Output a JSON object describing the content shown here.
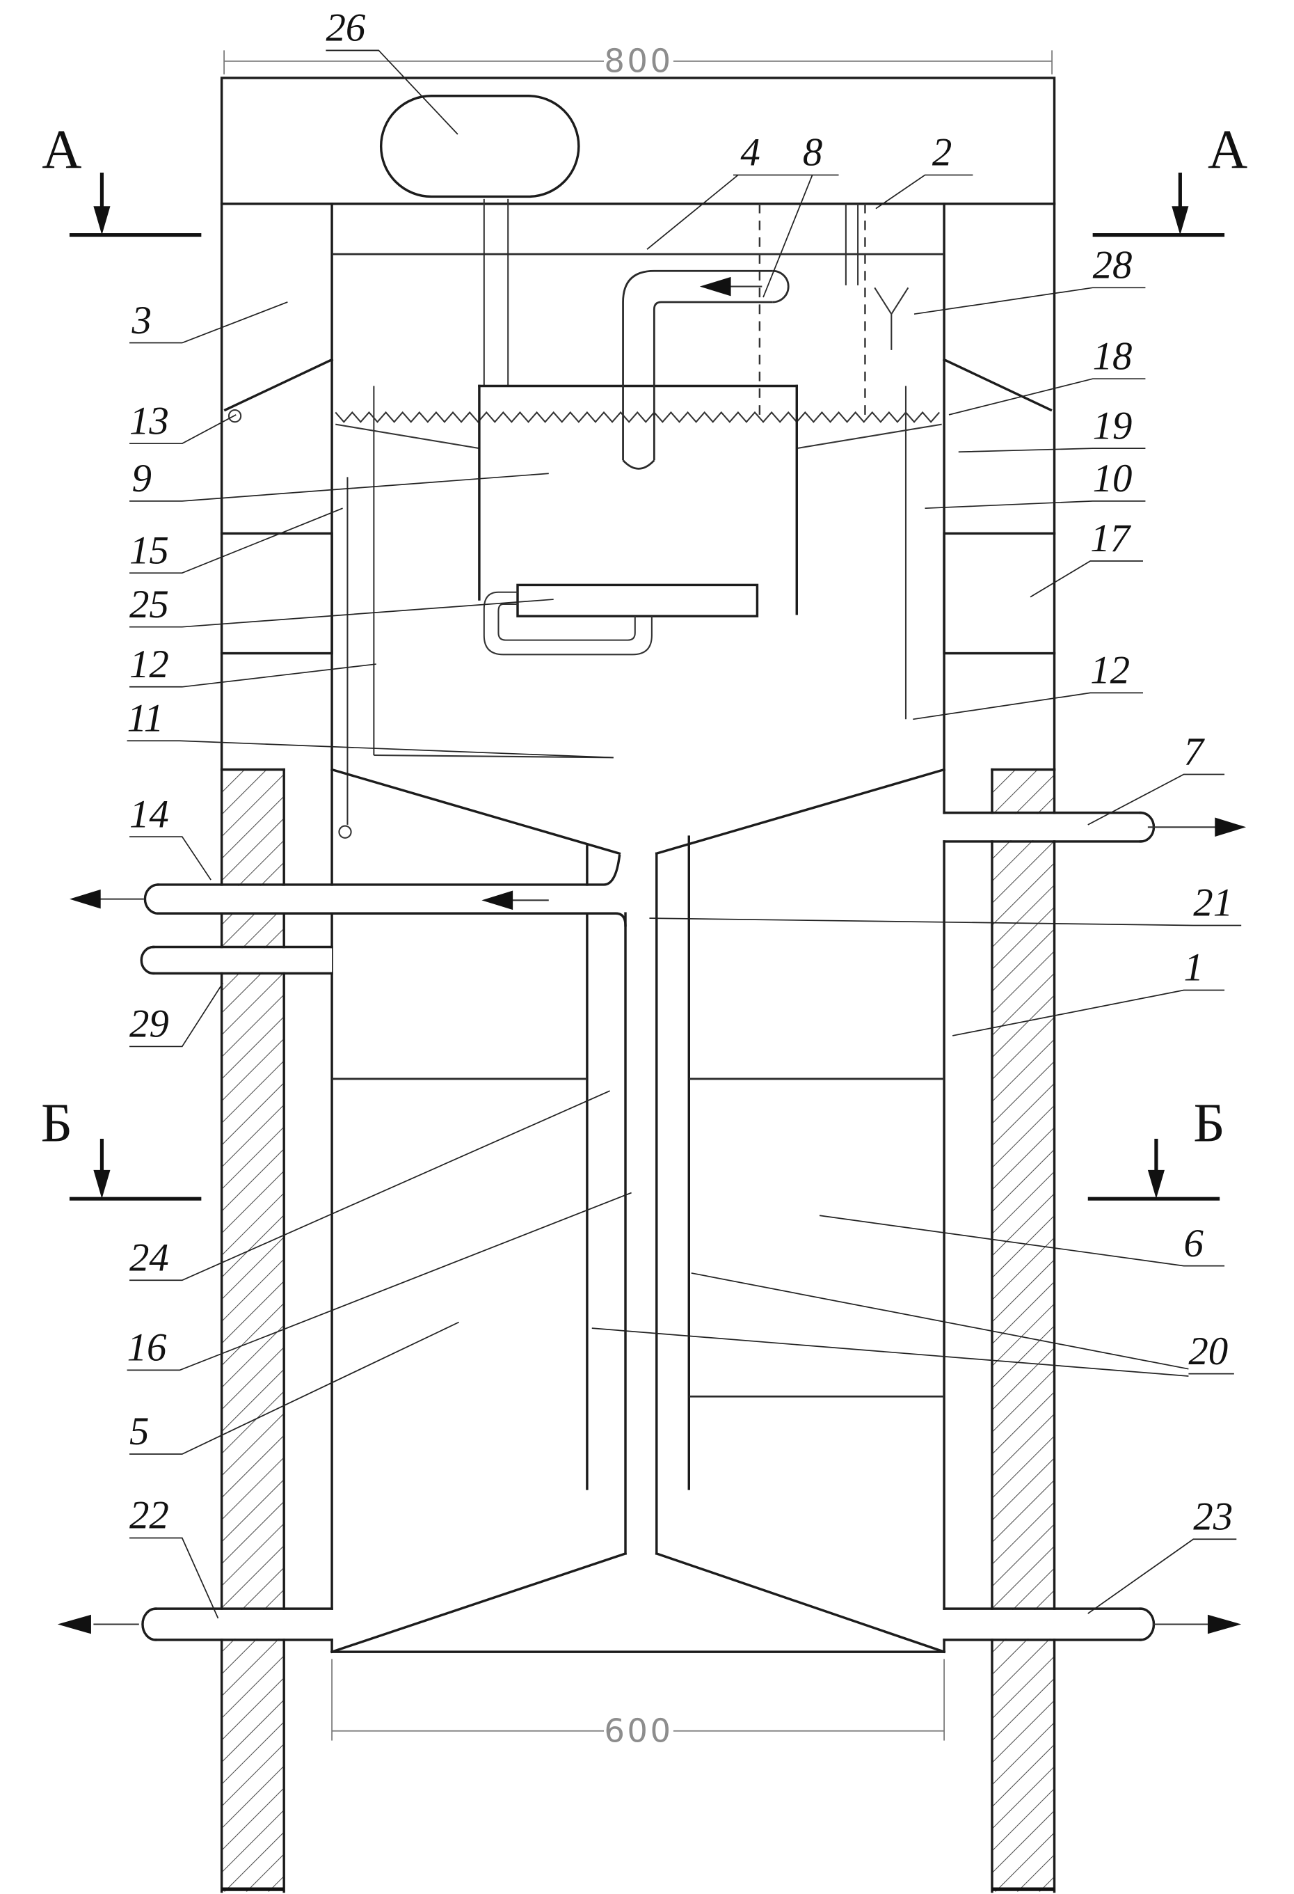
{
  "drawing": {
    "type": "patent-style sectional drawing of vertical apparatus",
    "dimensions": {
      "top_width": "800",
      "bottom_width": "600"
    },
    "sections": {
      "a": "А",
      "b": "Б"
    },
    "labels": {
      "l1": "1",
      "l2": "2",
      "l3": "3",
      "l4": "4",
      "l5": "5",
      "l6": "6",
      "l7": "7",
      "l8": "8",
      "l9": "9",
      "l10": "10",
      "l11": "11",
      "l12": "12",
      "l13": "13",
      "l14": "14",
      "l15": "15",
      "l16": "16",
      "l17": "17",
      "l18": "18",
      "l19": "19",
      "l20": "20",
      "l21": "21",
      "l22": "22",
      "l23": "23",
      "l24": "24",
      "l25": "25",
      "l26": "26",
      "l28": "28",
      "l29": "29"
    }
  }
}
